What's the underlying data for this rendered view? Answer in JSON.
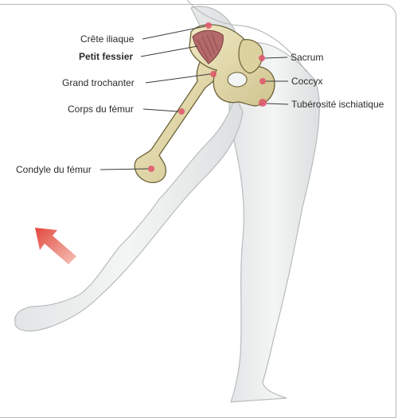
{
  "labels": {
    "crete_iliaque": "Crête iliaque",
    "petit_fessier": "Petit fessier",
    "grand_trochanter": "Grand trochanter",
    "corps_du_femur": "Corps du fémur",
    "condyle_du_femur": "Condyle du fémur",
    "sacrum": "Sacrum",
    "coccyx": "Coccyx",
    "tuberosite_ischiatique": "Tubérosité ischiatique"
  },
  "colors": {
    "skin": "#eceeed",
    "skin_outline": "#b7bcbd",
    "bone": "#e6dcae",
    "bone_outline": "#6b6238",
    "muscle": "#b46a6a",
    "arrow": "#e45a4f",
    "marker": "#e0526b",
    "leader": "#3a3a3a"
  }
}
